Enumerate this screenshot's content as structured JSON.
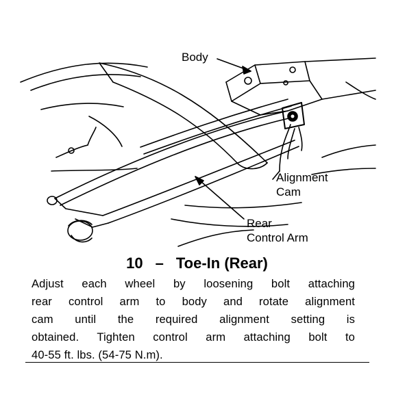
{
  "callouts": {
    "body": "Body",
    "alignment_cam_line1": "Alignment",
    "alignment_cam_line2": "Cam",
    "rear_control_arm_line1": "Rear",
    "rear_control_arm_line2": "Control Arm"
  },
  "figure": {
    "number": "10",
    "dash": "–",
    "title": "Toe-In (Rear)"
  },
  "caption": {
    "line1": "Adjust each wheel by loosening bolt attaching",
    "line2": "rear control arm to body and rotate alignment",
    "line3": "cam until the required alignment setting is",
    "line4": "obtained. Tighten control arm attaching bolt to",
    "line5": "40-55 ft. lbs. (54-75 N.m)."
  }
}
